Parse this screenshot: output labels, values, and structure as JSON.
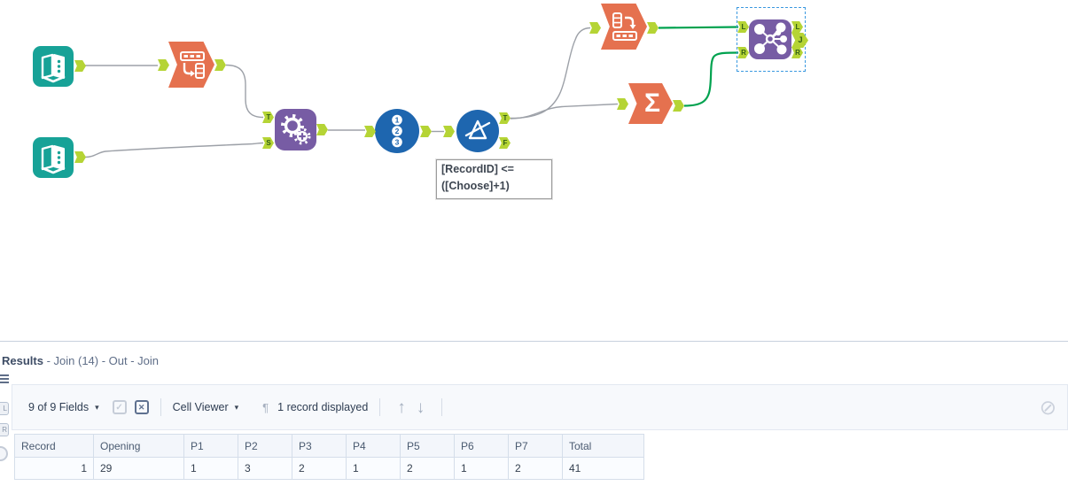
{
  "workflow": {
    "annotation": {
      "line1": "[RecordID] <=",
      "line2": "([Choose]+1)"
    },
    "record_id_icon": {
      "n1": "1",
      "n2": "2",
      "n3": "3"
    },
    "anchors": {
      "macro_t": "T",
      "macro_s": "S",
      "filter_t": "T",
      "filter_f": "F",
      "join_in_l": "L",
      "join_in_r": "R",
      "join_out_l": "L",
      "join_out_j": "J",
      "join_out_r": "R"
    }
  },
  "results": {
    "header": {
      "title": "Results",
      "context": "- Join (14) - Out - Join"
    },
    "toolbar": {
      "fields_selector": "9 of 9 Fields",
      "cell_viewer": "Cell Viewer",
      "record_count": "1 record displayed"
    },
    "side_strip": {
      "l": "L",
      "r": "R"
    },
    "table": {
      "headers": [
        "Record",
        "Opening",
        "P1",
        "P2",
        "P3",
        "P4",
        "P5",
        "P6",
        "P7",
        "Total"
      ],
      "rows": [
        [
          "1",
          "29",
          "1",
          "3",
          "2",
          "1",
          "2",
          "1",
          "2",
          "41"
        ]
      ]
    }
  },
  "icons": {
    "caret_down": "▾",
    "check": "✓",
    "close_x": "✕",
    "pilcrow": "¶",
    "arrow_up": "↑",
    "arrow_down": "↓",
    "no_symbol": "⊘",
    "sigma": "Σ"
  },
  "colors": {
    "teal": "#17A297",
    "orange": "#E5714F",
    "purple": "#775CA4",
    "blue": "#1E66AF",
    "anchor_green": "#B5D435",
    "wire_gray": "#9DA1A8",
    "wire_green": "#00A24F",
    "selection_blue": "#3B99E0"
  }
}
